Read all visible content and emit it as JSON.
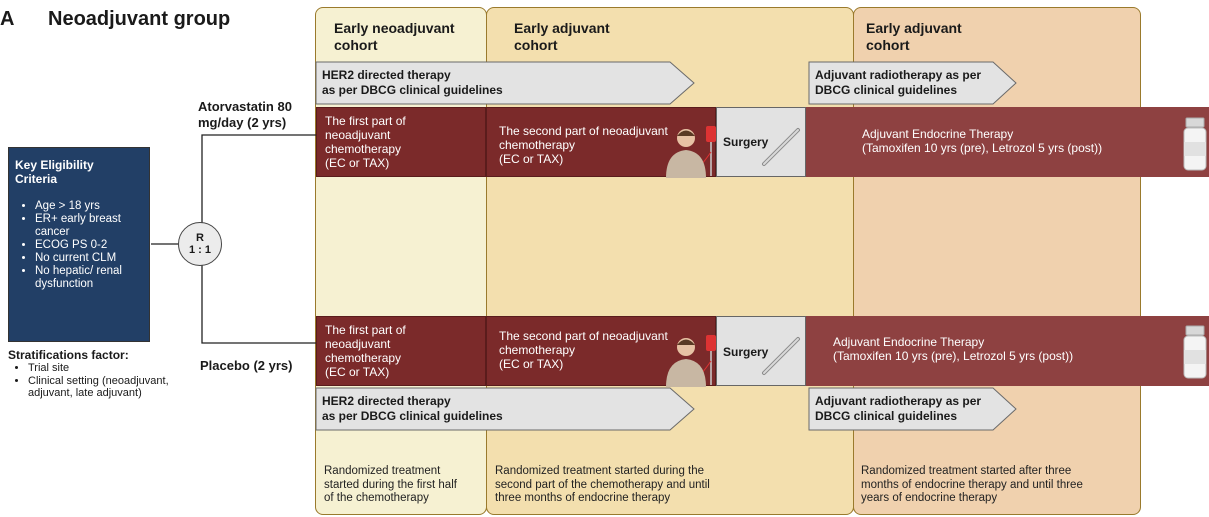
{
  "panel": {
    "letter": "A",
    "title": "Neoadjuvant group"
  },
  "colors": {
    "neo_cohort": "#f6f1d2",
    "adjuvant_cohort": "#f3dfae",
    "late_cohort": "#f0d1ae",
    "chemo": "#7b2a2a",
    "endocrine": "#8e4141",
    "eligibility": "#223f66"
  },
  "cohorts": [
    {
      "title_line1": "Early neoadjuvant",
      "title_line2": "cohort",
      "note": [
        "Randomized treatment",
        "started during the first half",
        "of the chemotherapy"
      ]
    },
    {
      "title_line1": "Early adjuvant",
      "title_line2": "cohort",
      "note": [
        "Randomized treatment started during the",
        "second part of the chemotherapy and until",
        "three months of endocrine therapy"
      ]
    },
    {
      "title_line1": "Early adjuvant",
      "title_line2": "cohort",
      "note": [
        "Randomized treatment started after three",
        "months of endocrine therapy and until three",
        "years of endocrine therapy"
      ]
    }
  ],
  "eligibility": {
    "title_line1": "Key Eligibility",
    "title_line2": "Criteria",
    "items": [
      "Age > 18 yrs",
      "ER+ early breast cancer",
      "ECOG PS 0-2",
      "No current CLM",
      "No hepatic/ renal dysfunction"
    ]
  },
  "stratification": {
    "title": "Stratifications factor:",
    "items": [
      "Trial site",
      "Clinical setting (neoadjuvant, adjuvant, late adjuvant)"
    ]
  },
  "randomization": {
    "line1": "R",
    "line2": "1 : 1"
  },
  "arms": {
    "top_label_line1": "Atorvastatin 80",
    "top_label_line2": "mg/day (2 yrs)",
    "bottom_label": "Placebo (2 yrs)"
  },
  "her2": {
    "line1": "HER2 directed therapy",
    "line2": "as per DBCG clinical guidelines"
  },
  "radio": {
    "line1": "Adjuvant radiotherapy as per",
    "line2": "DBCG clinical guidelines"
  },
  "chemo1": {
    "lines": [
      "The first part of",
      "neoadjuvant",
      "chemotherapy",
      "(EC or TAX)"
    ]
  },
  "chemo2": {
    "lines": [
      "The second part of neoadjuvant",
      "chemotherapy",
      "(EC or TAX)"
    ]
  },
  "surgery": {
    "label": "Surgery"
  },
  "endocrine": {
    "line1": "Adjuvant Endocrine Therapy",
    "line2": "(Tamoxifen 10 yrs (pre), Letrozol 5 yrs (post))"
  },
  "icons": [
    "patient-infusion-icon",
    "scalpel-icon",
    "pill-bottle-icon"
  ]
}
